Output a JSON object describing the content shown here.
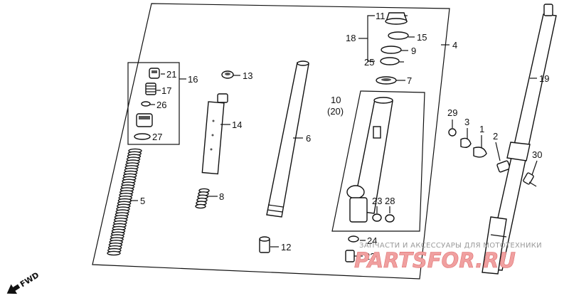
{
  "callouts": {
    "p1": "1",
    "p2": "2",
    "p3": "3",
    "p4": "4",
    "p5": "5",
    "p6": "6",
    "p7": "7",
    "p8": "8",
    "p9": "9",
    "p10": "10",
    "p10alt": "(20)",
    "p11": "11",
    "p12": "12",
    "p13": "13",
    "p14": "14",
    "p15": "15",
    "p16": "16",
    "p17": "17",
    "p18": "18",
    "p19": "19",
    "p21": "21",
    "p22": "22",
    "p23": "23",
    "p24": "24",
    "p25": "25",
    "p26": "26",
    "p27": "27",
    "p28": "28",
    "p29": "29",
    "p30": "30"
  },
  "direction": {
    "label": "FWD",
    "icon": "arrow-left-down-icon"
  },
  "watermark": {
    "line": "ЗАПЧАСТИ И АКСЕССУАРЫ ДЛЯ МОТОТЕХНИКИ",
    "logo": "PARTSFOR.RU",
    "color": "#e07070"
  }
}
